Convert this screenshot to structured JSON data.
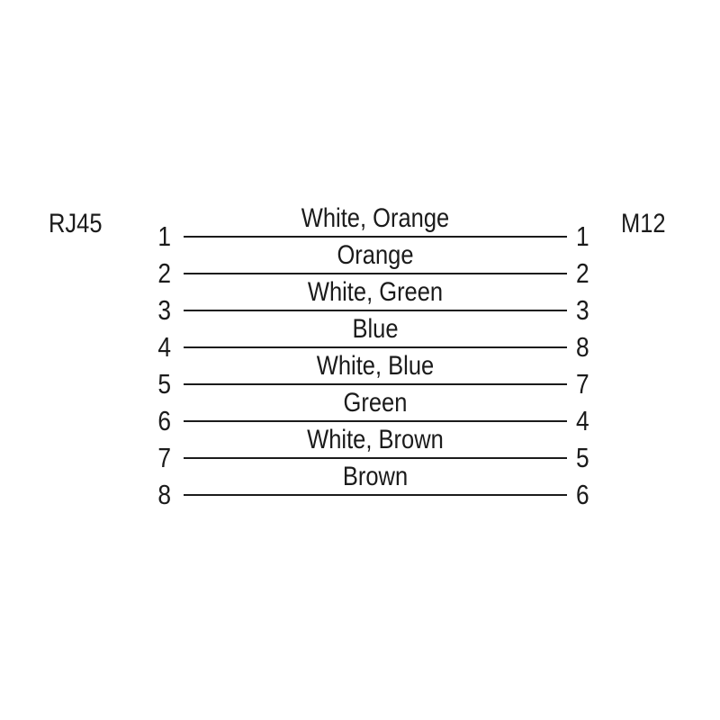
{
  "diagram": {
    "left_connector": "RJ45",
    "right_connector": "M12",
    "rows": [
      {
        "left_pin": "1",
        "wire": "White, Orange",
        "right_pin": "1"
      },
      {
        "left_pin": "2",
        "wire": "Orange",
        "right_pin": "2"
      },
      {
        "left_pin": "3",
        "wire": "White, Green",
        "right_pin": "3"
      },
      {
        "left_pin": "4",
        "wire": "Blue",
        "right_pin": "8"
      },
      {
        "left_pin": "5",
        "wire": "White, Blue",
        "right_pin": "7"
      },
      {
        "left_pin": "6",
        "wire": "Green",
        "right_pin": "4"
      },
      {
        "left_pin": "7",
        "wire": "White, Brown",
        "right_pin": "5"
      },
      {
        "left_pin": "8",
        "wire": "Brown",
        "right_pin": "6"
      }
    ],
    "colors": {
      "line": "#1b1b1b",
      "text": "#1b1b1b",
      "background": "#ffffff"
    }
  }
}
